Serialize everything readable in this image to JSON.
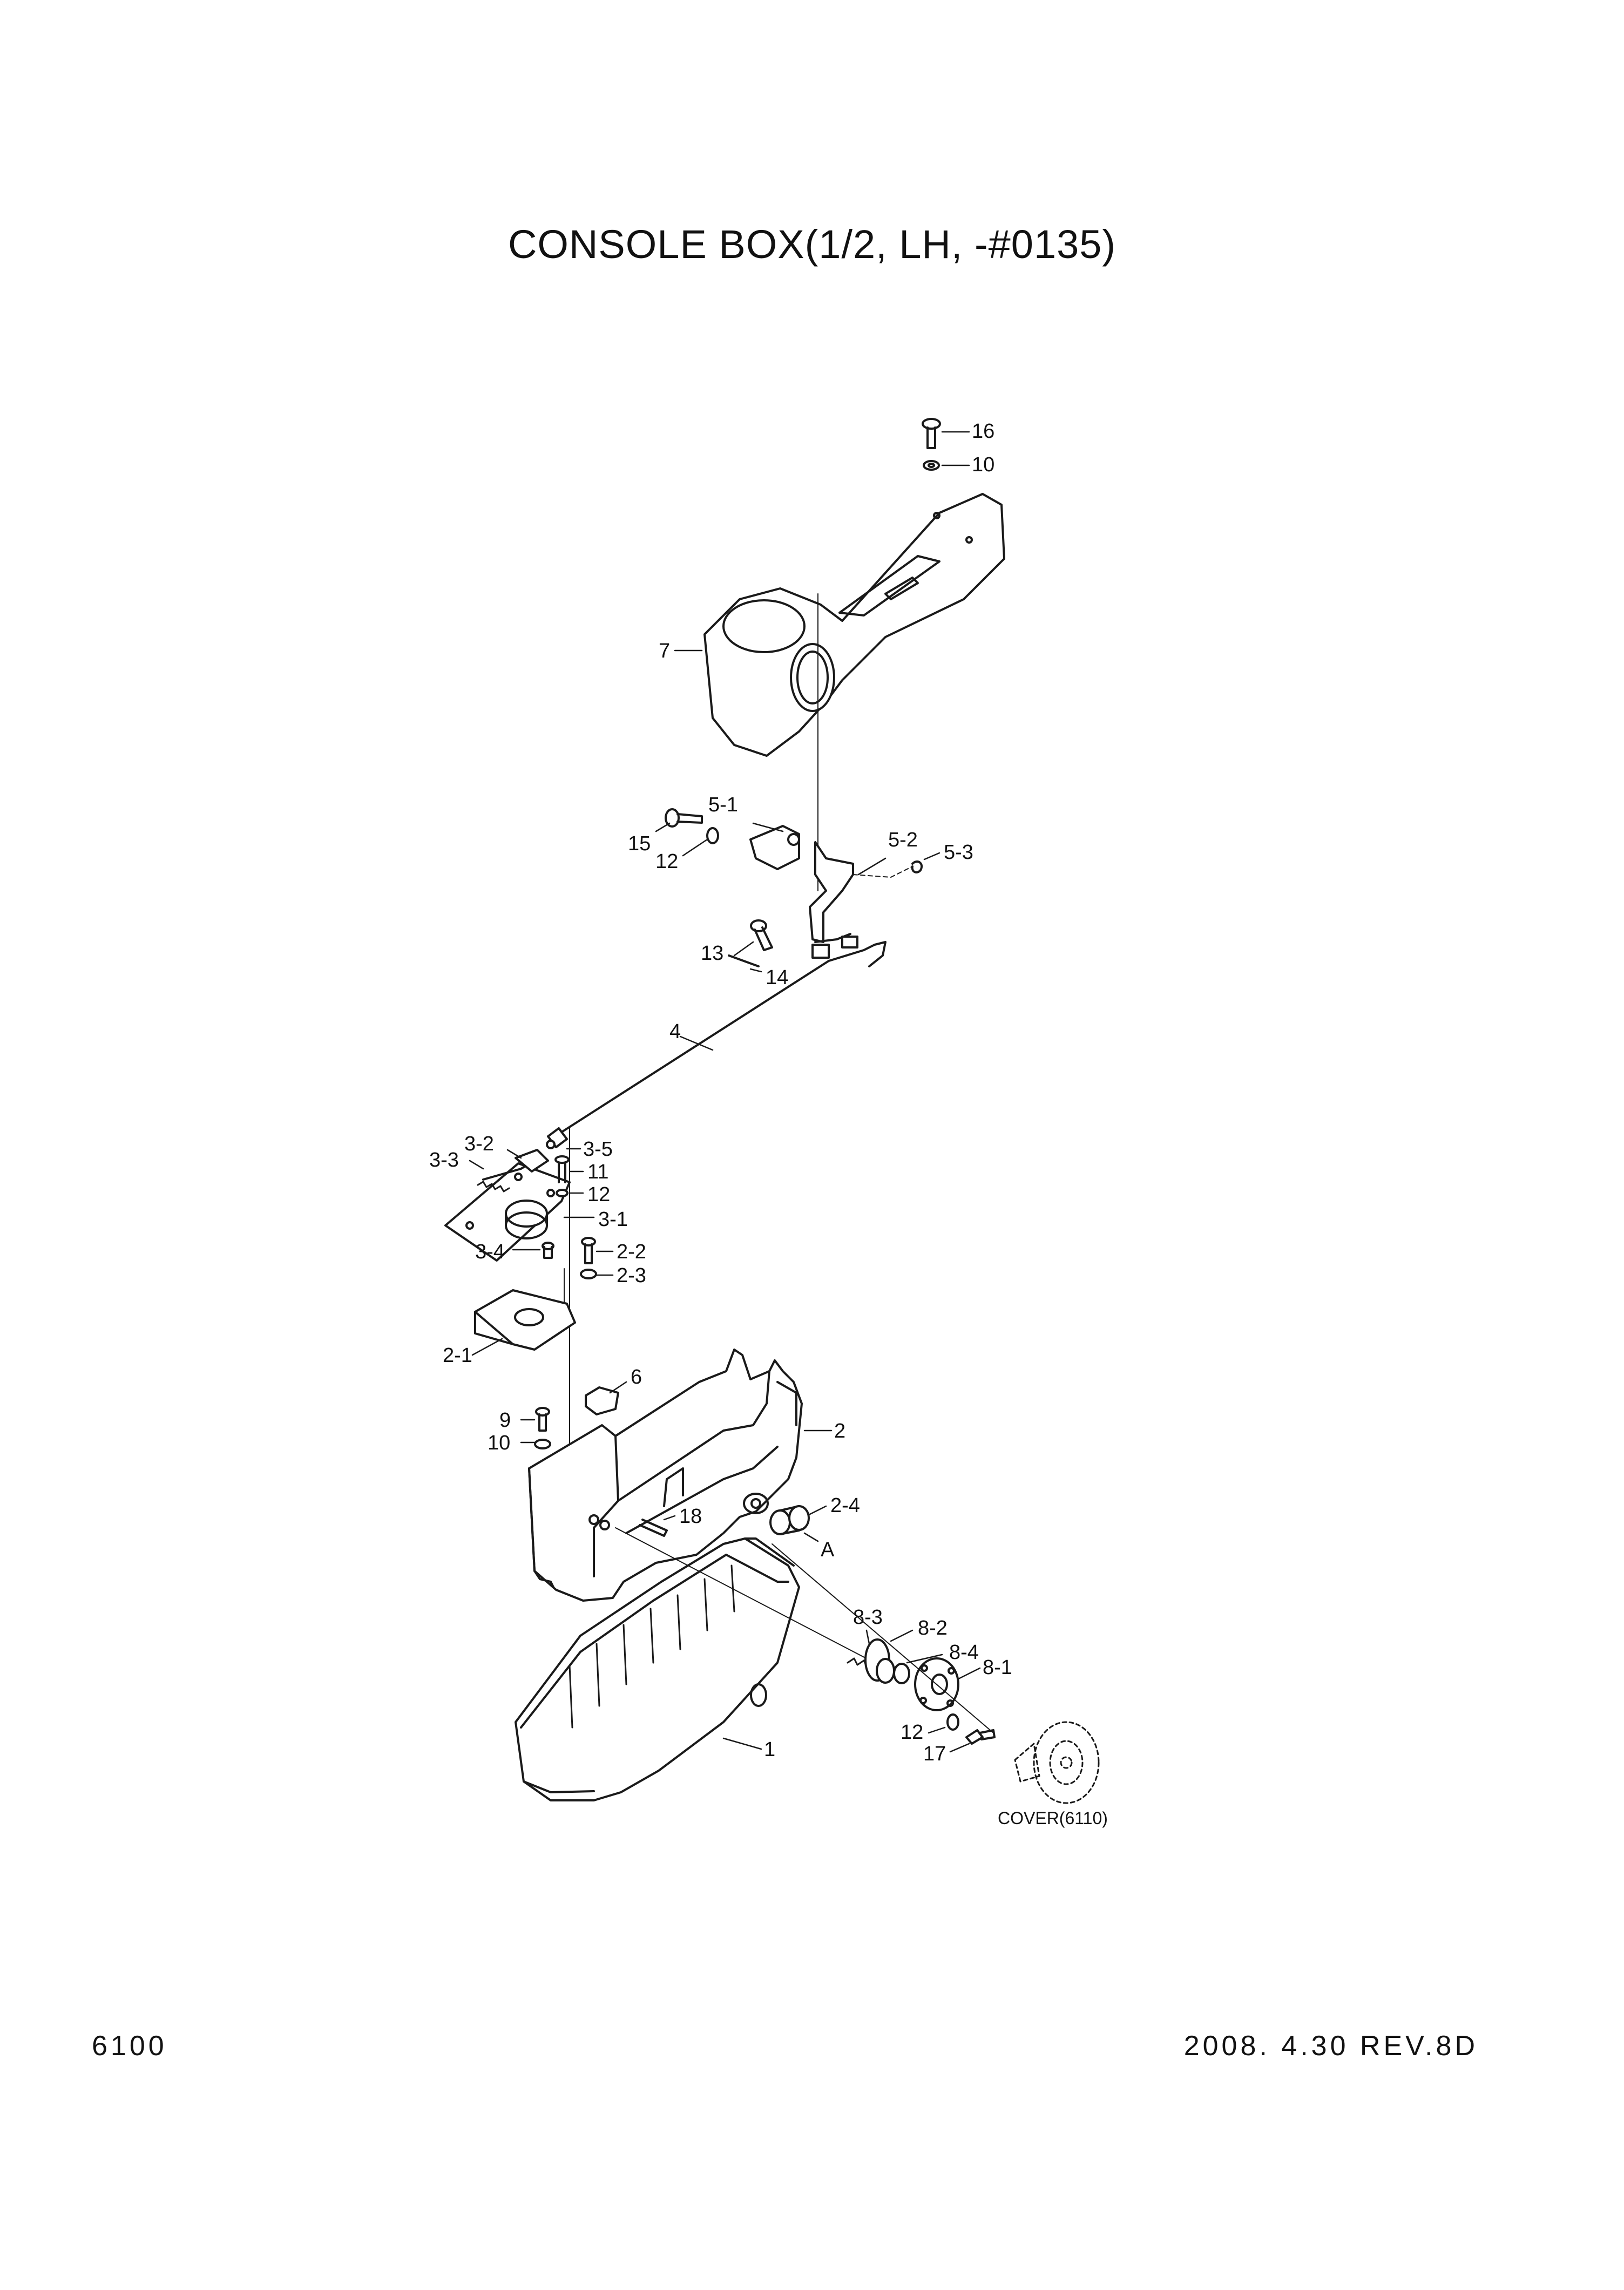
{
  "page": {
    "title": "CONSOLE BOX(1/2, LH, -#0135)",
    "page_number": "6100",
    "revision": "2008.  4.30  REV.8D"
  },
  "callouts": {
    "c16": "16",
    "c10a": "10",
    "c7": "7",
    "c5_1": "5-1",
    "c15": "15",
    "c12a": "12",
    "c5_2": "5-2",
    "c5_3": "5-3",
    "c13": "13",
    "c14": "14",
    "c4": "4",
    "c3_2": "3-2",
    "c3_5": "3-5",
    "c3_3": "3-3",
    "c11": "11",
    "c12b": "12",
    "c3_1": "3-1",
    "c3_4": "3-4",
    "c2_2": "2-2",
    "c2_3": "2-3",
    "c2_1": "2-1",
    "c6": "6",
    "c2": "2",
    "c9": "9",
    "c10b": "10",
    "c18": "18",
    "c2_4": "2-4",
    "cA": "A",
    "c8_3": "8-3",
    "c8_2": "8-2",
    "c8_4": "8-4",
    "c8_1": "8-1",
    "c1": "1",
    "c12c": "12",
    "c17": "17",
    "cover": "COVER(6110)"
  },
  "colors": {
    "line": "#1a1a1a",
    "fill": "#ffffff",
    "shade": "#e8e8e8"
  }
}
